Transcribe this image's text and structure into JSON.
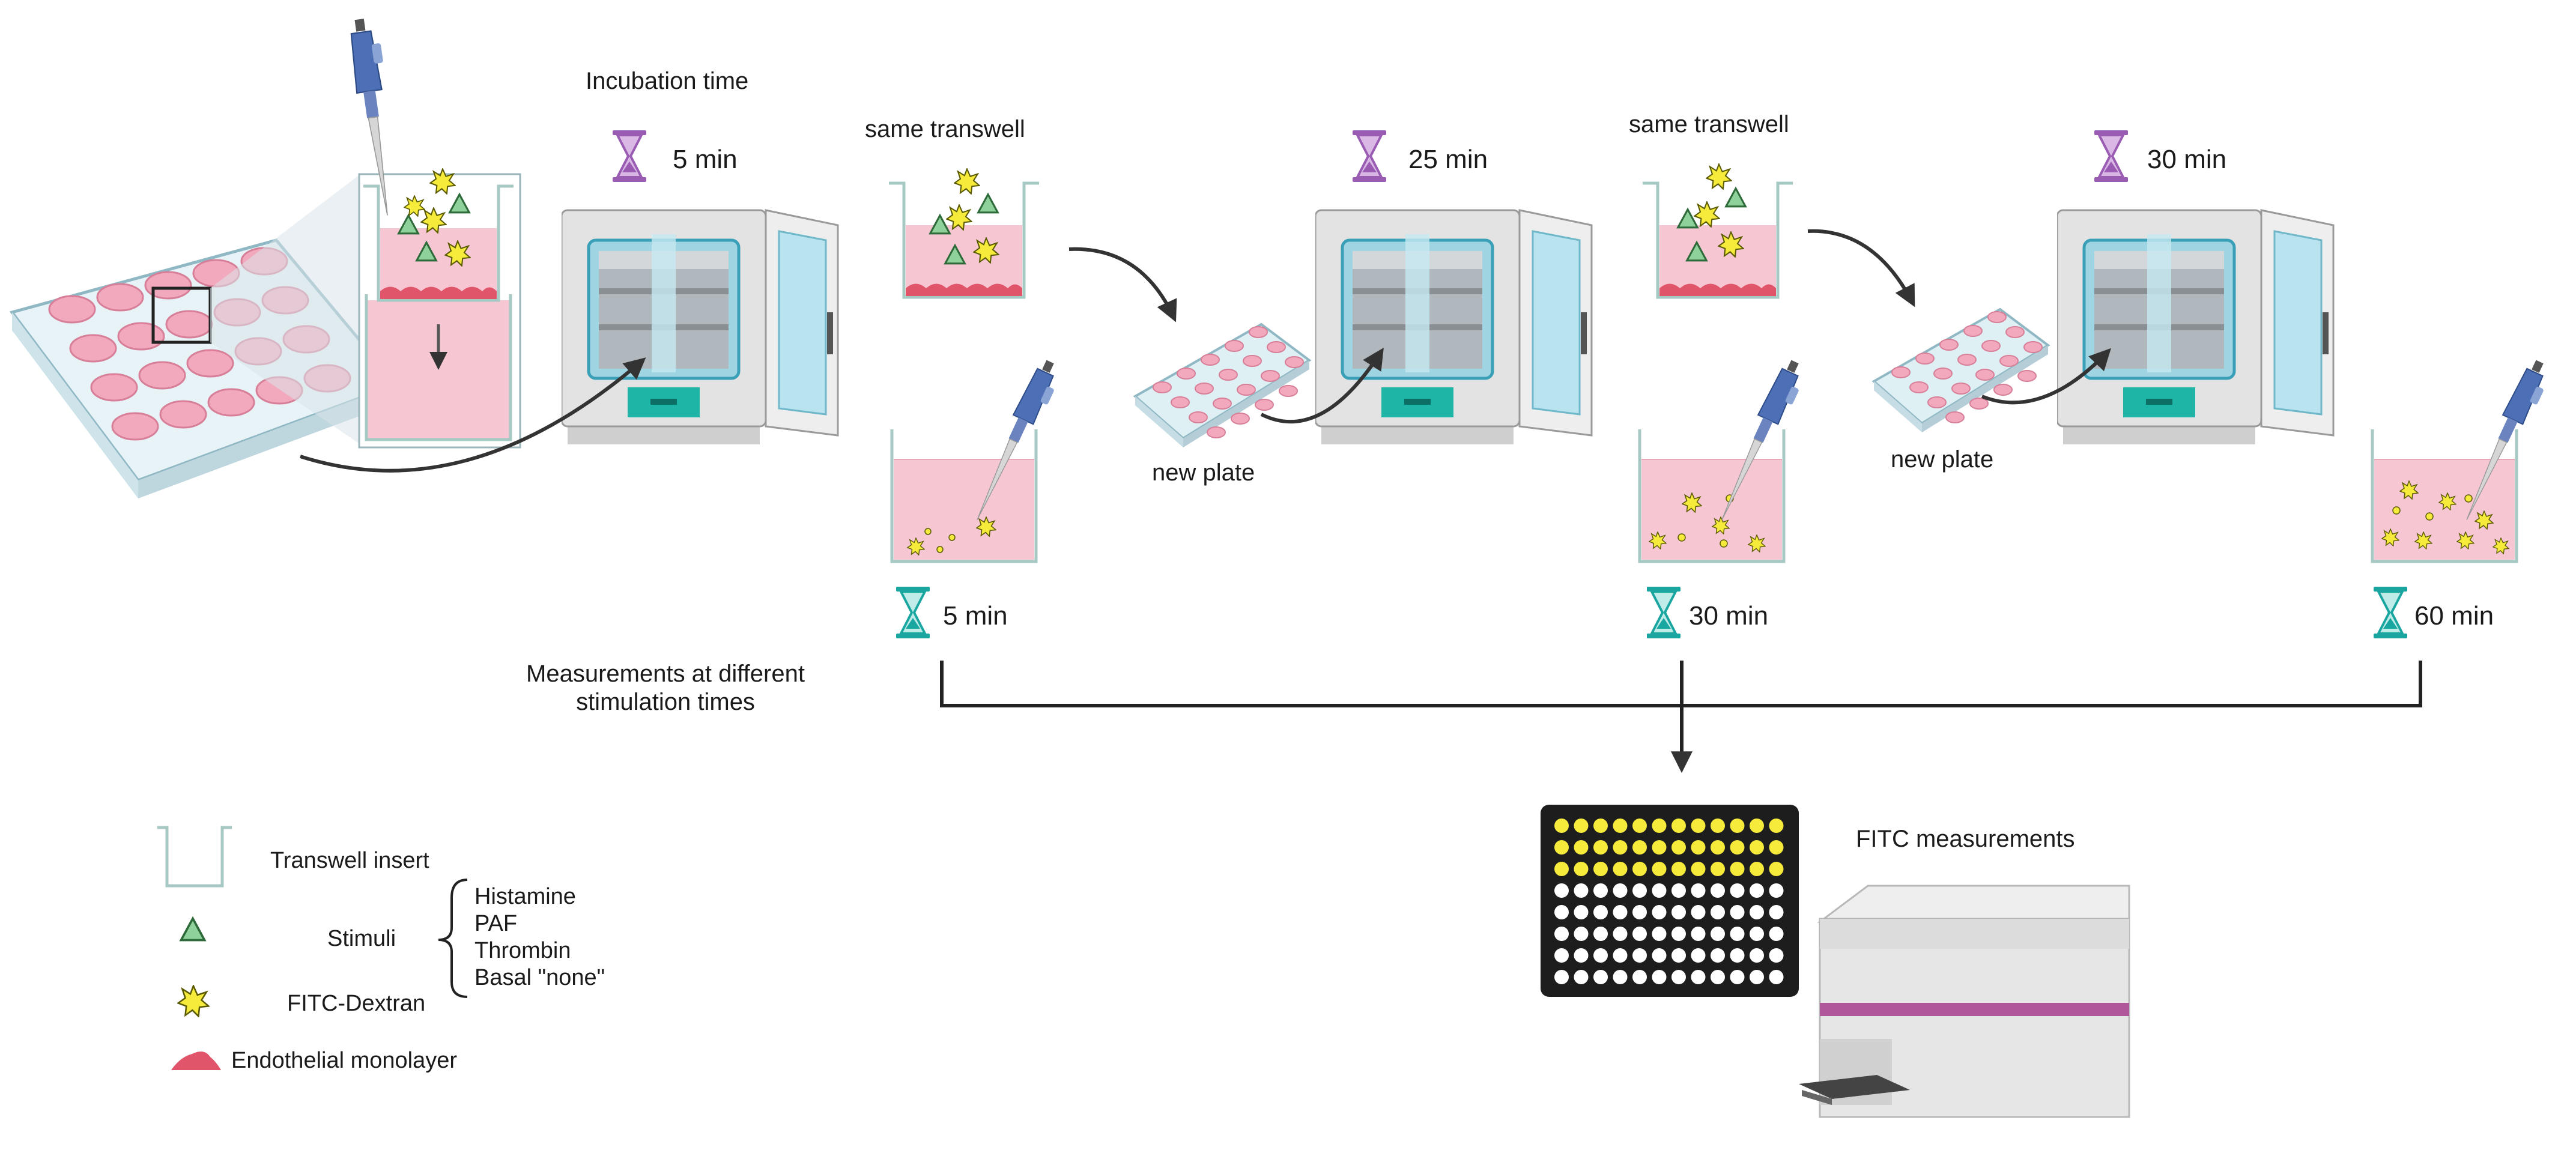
{
  "labels": {
    "incubation_time": "Incubation time",
    "same_transwell_1": "same transwell",
    "same_transwell_2": "same transwell",
    "new_plate_1": "new plate",
    "new_plate_2": "new plate",
    "incubation_1": "5 min",
    "incubation_2": "25 min",
    "incubation_3": "30 min",
    "stimulation_1": "5 min",
    "stimulation_2": "30 min",
    "stimulation_3": "60 min",
    "measurements_line1": "Measurements at different",
    "measurements_line2": "stimulation times",
    "fitc_measurements": "FITC measurements"
  },
  "legend": {
    "transwell_insert": "Transwell insert",
    "stimuli": "Stimuli",
    "stimuli_list": [
      "Histamine",
      "PAF",
      "Thrombin",
      "Basal \"none\""
    ],
    "fitc_dextran": "FITC-Dextran",
    "endothelial_monolayer": "Endothelial monolayer"
  },
  "colors": {
    "well_pink": "#f6c7d3",
    "cell_red": "#e0556a",
    "stimulus_green": "#8fd19a",
    "dextran_yellow": "#f6ea3a",
    "hourglass_purple": "#9a5bb3",
    "hourglass_teal": "#1aa6a0",
    "incubator_body": "#e3e3e3",
    "incubator_door": "#b9e3ee",
    "incubator_panel": "#1fb5a6",
    "reader_stripe": "#b0569a",
    "arrow": "#333333"
  }
}
